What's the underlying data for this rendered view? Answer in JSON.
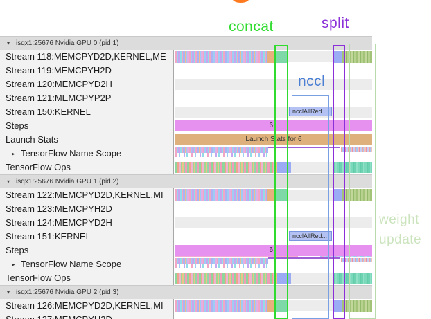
{
  "annotations": {
    "concat": {
      "label": "concat",
      "color": "#2edb2e",
      "rect_color": "#2edb2e"
    },
    "split": {
      "label": "split",
      "color": "#8b2fd9",
      "rect_color": "#8b2fd9"
    },
    "nccl": {
      "label": "nccl",
      "color": "#4a7fd4",
      "rect_color": "#7aa0e4"
    },
    "weight_update": {
      "lines": [
        "weight",
        "update"
      ],
      "color": "#cbe4bd",
      "rect_color": "#b7dbaa"
    }
  },
  "bars": {
    "nccl_kernel": "ncclAllRed...",
    "steps_value": "6",
    "launch_stats_label": "Launch Stats for 6"
  },
  "sections": [
    {
      "header": "isqx1:25676 Nvidia GPU 0 (pid 1)",
      "rows": [
        {
          "label": "Stream 118:MEMCPYD2D,KERNEL,ME",
          "kind": "stream-active"
        },
        {
          "label": "Stream 119:MEMCPYH2D",
          "kind": "empty-white"
        },
        {
          "label": "Stream 120:MEMCPYD2H",
          "kind": "empty-gray"
        },
        {
          "label": "Stream 121:MEMCPYP2P",
          "kind": "empty-white"
        },
        {
          "label": "Stream 150:KERNEL",
          "kind": "kernel-nccl-gray"
        },
        {
          "label": "Steps",
          "kind": "steps"
        },
        {
          "label": "Launch Stats",
          "kind": "launch-stats"
        },
        {
          "label": "TensorFlow Name Scope",
          "kind": "tf-name-scope",
          "expandable": true
        },
        {
          "label": "TensorFlow Ops",
          "kind": "tf-ops"
        }
      ]
    },
    {
      "header": "isqx1:25676 Nvidia GPU 1 (pid 2)",
      "rows": [
        {
          "label": "Stream 122:MEMCPYD2D,KERNEL,MI",
          "kind": "stream-active"
        },
        {
          "label": "Stream 123:MEMCPYH2D",
          "kind": "empty-white"
        },
        {
          "label": "Stream 124:MEMCPYD2H",
          "kind": "empty-gray"
        },
        {
          "label": "Stream 151:KERNEL",
          "kind": "kernel-nccl-white"
        },
        {
          "label": "Steps",
          "kind": "steps",
          "subline": true
        },
        {
          "label": "TensorFlow Name Scope",
          "kind": "tf-name-scope",
          "expandable": true
        },
        {
          "label": "TensorFlow Ops",
          "kind": "tf-ops"
        }
      ]
    },
    {
      "header": "isqx1:25676 Nvidia GPU 2 (pid 3)",
      "rows": [
        {
          "label": "Stream 126:MEMCPYD2D,KERNEL,MI",
          "kind": "stream-active"
        },
        {
          "label": "Stream 127:MEMCPYH2D",
          "kind": "empty-white"
        }
      ]
    }
  ]
}
